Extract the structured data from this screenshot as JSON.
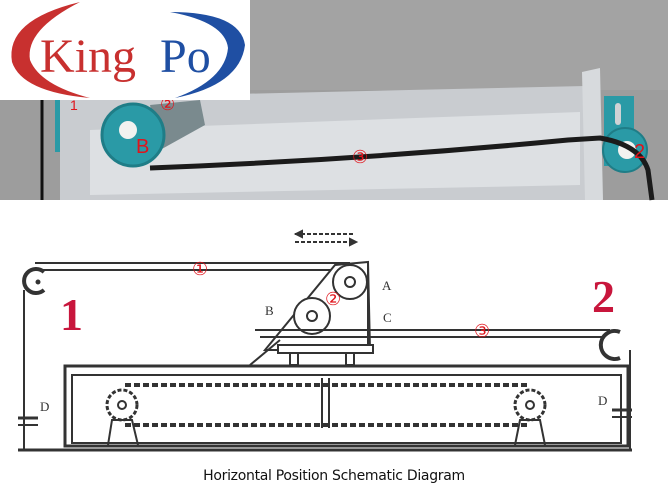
{
  "logo": {
    "text_red": "King",
    "text_blue": "Po"
  },
  "photo": {
    "labels": {
      "left_mark": "1",
      "circle_2": "②",
      "pulley_b": "B",
      "circle_3": "③",
      "right_mark": "2"
    }
  },
  "schematic": {
    "labels": {
      "circle_1": "①",
      "circle_2": "②",
      "circle_3": "③",
      "a": "A",
      "b": "B",
      "c": "C",
      "d_left": "D",
      "d_right": "D",
      "position_1": "1",
      "position_2": "2"
    },
    "caption": "Horizontal Position Schematic Diagram"
  },
  "colors": {
    "teal": "#2a9aa6",
    "red": "#e0141c",
    "blue": "#1f4fa3",
    "background_gray": "#9c9c9c"
  }
}
